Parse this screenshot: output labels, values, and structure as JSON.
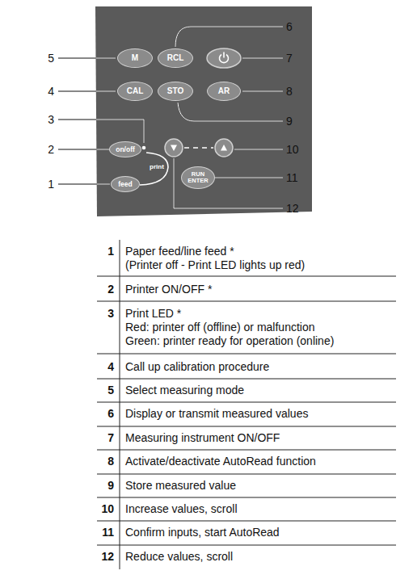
{
  "diagram": {
    "nodes": [
      {
        "text": [
          "M"
        ]
      },
      {
        "text": [
          "RCL"
        ]
      },
      {
        "text": [
          "CAL"
        ]
      },
      {
        "text": [
          "STO"
        ]
      },
      {
        "text": [
          "AR"
        ]
      },
      {
        "text": [
          "on/off"
        ]
      },
      {
        "text": [
          "feed"
        ]
      },
      {
        "text": [
          "RUN ENTER"
        ]
      }
    ],
    "labels": [
      "6",
      "5",
      "7",
      "4",
      "8",
      "3",
      "9",
      "2",
      "10",
      "1",
      "11",
      "12",
      "print",
      "1",
      "Paper feed/line feed *",
      "(Printer off - Print LED lights up red)",
      "2",
      "Printer ON/OFF *",
      "3",
      "Print LED *",
      "Red: printer off (offline) or malfunction",
      "Green: printer ready for operation (online)",
      "4",
      "Call up calibration procedure",
      "5",
      "Select measuring mode",
      "6",
      "Display or transmit measured values",
      "7",
      "Measuring instrument ON/OFF",
      "8",
      "Activate/deactivate AutoRead function",
      "9",
      "Store measured value",
      "10",
      "Increase values, scroll",
      "11",
      "Confirm inputs, start AutoRead",
      "12",
      "Reduce values, scroll"
    ]
  }
}
